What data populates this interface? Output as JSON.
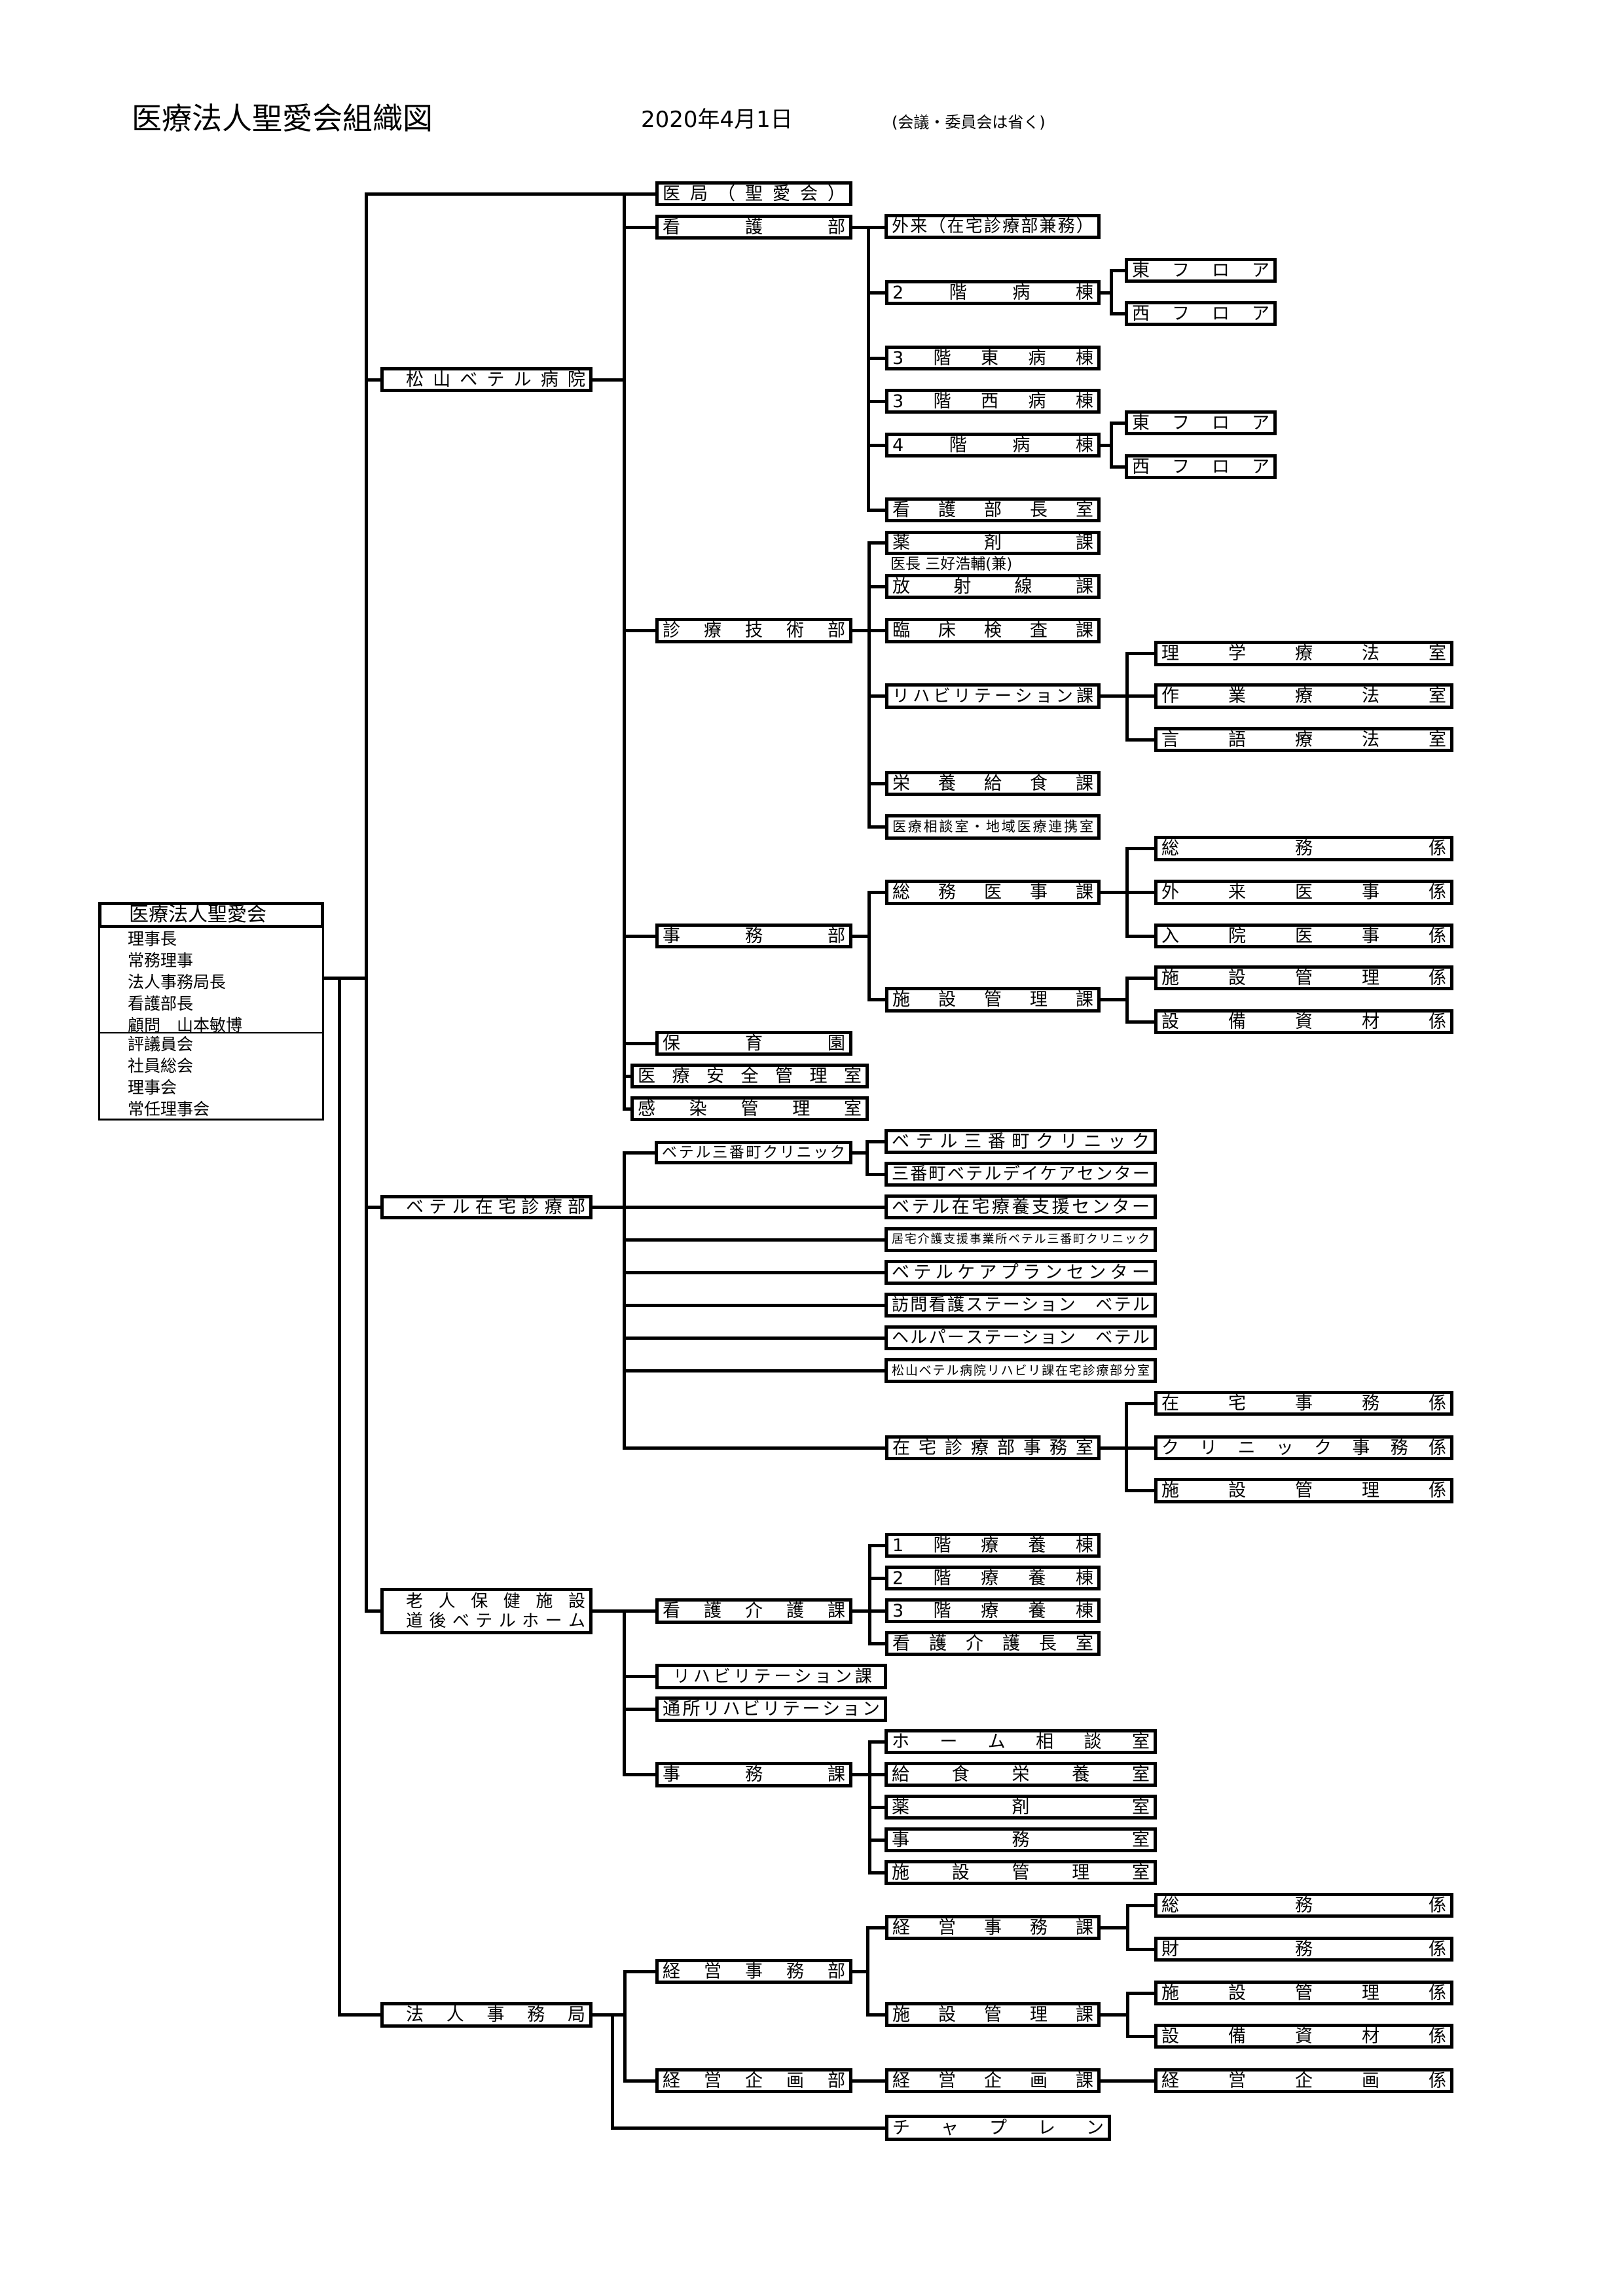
{
  "header": {
    "title": "医療法人聖愛会組織図",
    "date": "2020年4月1日",
    "note": "(会議・委員会は省く)"
  },
  "root": {
    "name": "医療法人聖愛会",
    "officers": [
      "理事長",
      "常務理事",
      "法人事務局長",
      "看護部長",
      "顧問　山本敏博"
    ],
    "councils": [
      "評議員会",
      "社員総会",
      "理事会",
      "常任理事会"
    ]
  },
  "hospital": {
    "name": "松山ベテル病院",
    "medical_office": "医局（聖愛会）",
    "nursing": {
      "name": "看護部",
      "outpatient": "外来（在宅診療部兼務）",
      "ward2": {
        "name": "2階病棟",
        "floors": [
          "東フロア",
          "西フロア"
        ]
      },
      "ward3_east": "3階東病棟",
      "ward3_west": "3階西病棟",
      "ward4": {
        "name": "4階病棟",
        "floors": [
          "東フロア",
          "西フロア"
        ]
      },
      "director_office": "看護部長室"
    },
    "medtech": {
      "name": "診療技術部",
      "pharmacy": "薬剤課",
      "pharmacy_note": "医長 三好浩輔(兼)",
      "radiology": "放射線課",
      "laboratory": "臨床検査課",
      "rehab": {
        "name": "リハビリテーション課",
        "rooms": [
          "理学療法室",
          "作業療法室",
          "言語療法室"
        ]
      },
      "nutrition": "栄養給食課",
      "consultation": "医療相談室・地域医療連携室"
    },
    "admin": {
      "name": "事務部",
      "general": {
        "name": "総務医事課",
        "units": [
          "総務係",
          "外来医事係",
          "入院医事係"
        ]
      },
      "facility": {
        "name": "施設管理課",
        "units": [
          "施設管理係",
          "設備資材係"
        ]
      }
    },
    "nursery": "保育園",
    "safety": "医療安全管理室",
    "infection": "感染管理室"
  },
  "homecare": {
    "name": "ベテル在宅診療部",
    "clinic": {
      "name": "ベテル三番町クリニック",
      "units": [
        "ベテル三番町クリニック",
        "三番町ベテルデイケアセンター"
      ]
    },
    "units": [
      "ベテル在宅療養支援センター",
      "居宅介護支援事業所ベテル三番町クリニック",
      "ベテルケアプランセンター",
      "訪問看護ステーション　ベテル",
      "ヘルパーステーション　ベテル",
      "松山ベテル病院リハビリ課在宅診療部分室"
    ],
    "office": {
      "name": "在宅診療部事務室",
      "units": [
        "在宅事務係",
        "クリニック事務係",
        "施設管理係"
      ]
    }
  },
  "roken": {
    "name_line1": "老人保健施設",
    "name_line2": "道後ベテルホーム",
    "nursing_care": {
      "name": "看護介護課",
      "units": [
        "1階療養棟",
        "2階療養棟",
        "3階療養棟",
        "看護介護長室"
      ]
    },
    "rehab": "リハビリテーション課",
    "day_rehab": "通所リハビリテーション",
    "office": {
      "name": "事務課",
      "units": [
        "ホーム相談室",
        "給食栄養室",
        "薬剤室",
        "事務室",
        "施設管理室"
      ]
    }
  },
  "corp": {
    "name": "法人事務局",
    "management": {
      "name": "経営事務部",
      "affairs": {
        "name": "経営事務課",
        "units": [
          "総務係",
          "財務係"
        ]
      },
      "facility": {
        "name": "施設管理課",
        "units": [
          "施設管理係",
          "設備資材係"
        ]
      }
    },
    "planning": {
      "name": "経営企画部",
      "section": "経営企画課",
      "unit": "経営企画係"
    },
    "chaplain": "チャプレン"
  }
}
